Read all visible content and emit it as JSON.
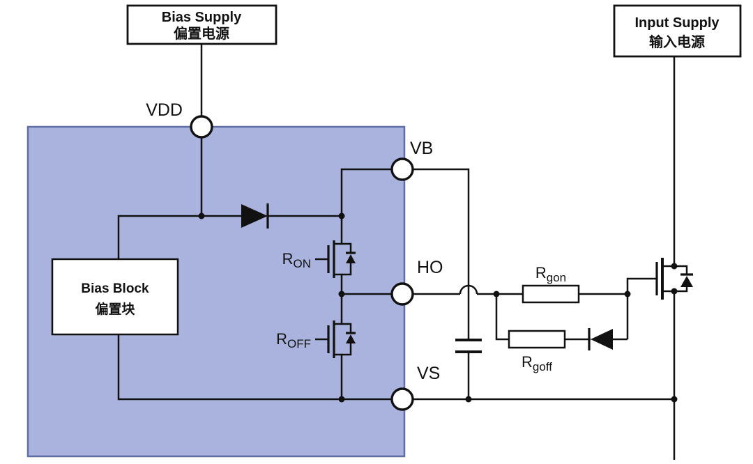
{
  "diagram": {
    "bias_supply_box": {
      "title_en": "Bias Supply",
      "title_zh": "偏置电源"
    },
    "input_supply_box": {
      "title_en": "Input Supply",
      "title_zh": "输入电源"
    },
    "bias_block_box": {
      "title_en": "Bias Block",
      "title_zh": "偏置块"
    },
    "pins": {
      "vdd": "VDD",
      "vb": "VB",
      "ho": "HO",
      "vs": "VS"
    },
    "labels": {
      "r_on": {
        "base": "R",
        "sub": "ON"
      },
      "r_off": {
        "base": "R",
        "sub": "OFF"
      },
      "r_gon": {
        "base": "R",
        "sub": "gon"
      },
      "r_goff": {
        "base": "R",
        "sub": "goff"
      }
    },
    "colors": {
      "ic_fill": "#a9b3de",
      "ic_border": "#5f6fa5",
      "wire": "#111111",
      "background": "#ffffff"
    }
  }
}
